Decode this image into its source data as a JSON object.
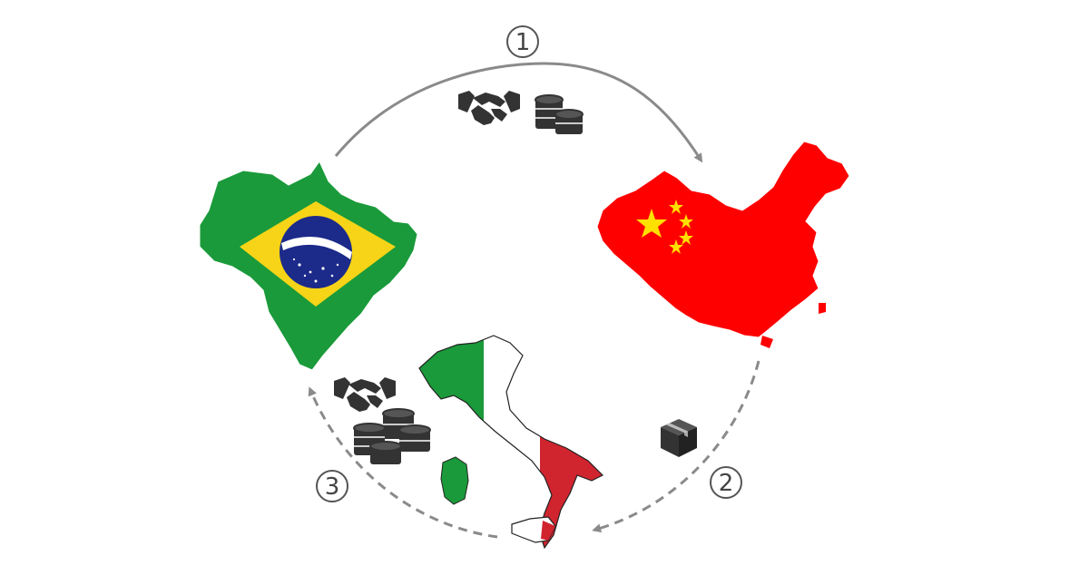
{
  "steps": [
    {
      "number": "1",
      "icons": [
        "handshake-icon",
        "coins-icon"
      ]
    },
    {
      "number": "2",
      "icons": [
        "package-box-icon"
      ]
    },
    {
      "number": "3",
      "icons": [
        "handshake-icon",
        "coins-icon"
      ]
    }
  ],
  "countries": [
    {
      "name": "brazil-map",
      "flag_colors": [
        "#1a9a3a",
        "#f7d417",
        "#1c2a8a",
        "#ffffff"
      ]
    },
    {
      "name": "china-map",
      "flag_colors": [
        "#ff0000",
        "#ffe000"
      ]
    },
    {
      "name": "italy-map",
      "flag_colors": [
        "#1a9a3a",
        "#ffffff",
        "#d0242f"
      ]
    }
  ],
  "colors": {
    "arrow": "#8a8a8a",
    "icon": "#333333"
  }
}
